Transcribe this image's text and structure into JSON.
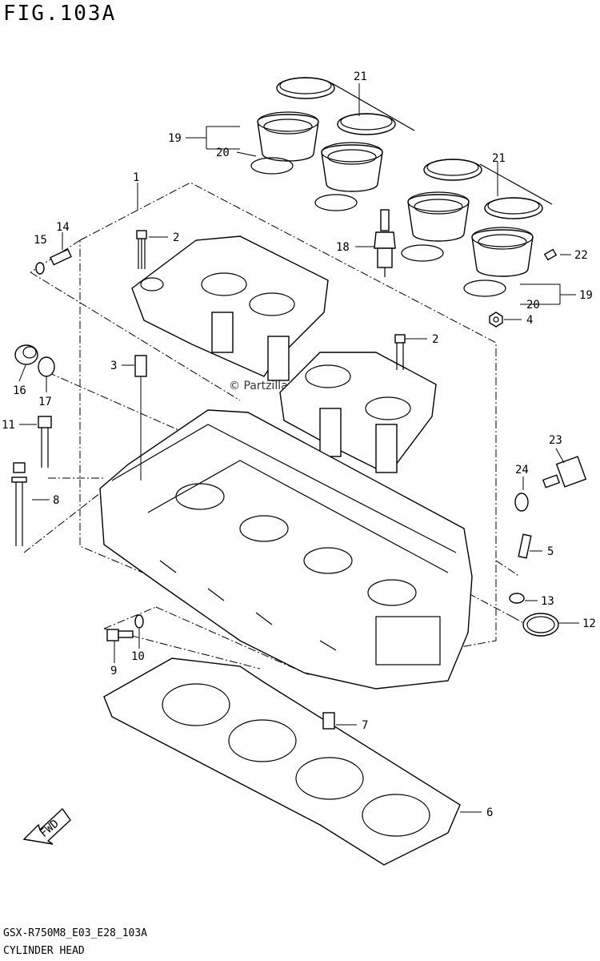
{
  "figure": {
    "title": "FIG.103A",
    "footer_code": "GSX-R750M8_E03_E28_103A",
    "footer_name": "CYLINDER HEAD",
    "watermark": "© Partzilla.com",
    "fwd_label": "FWD"
  },
  "callouts": [
    {
      "id": "c1",
      "label": "1"
    },
    {
      "id": "c2a",
      "label": "2"
    },
    {
      "id": "c2b",
      "label": "2"
    },
    {
      "id": "c3",
      "label": "3"
    },
    {
      "id": "c4",
      "label": "4"
    },
    {
      "id": "c5",
      "label": "5"
    },
    {
      "id": "c6",
      "label": "6"
    },
    {
      "id": "c7",
      "label": "7"
    },
    {
      "id": "c8",
      "label": "8"
    },
    {
      "id": "c9",
      "label": "9"
    },
    {
      "id": "c10",
      "label": "10"
    },
    {
      "id": "c11",
      "label": "11"
    },
    {
      "id": "c12",
      "label": "12"
    },
    {
      "id": "c13",
      "label": "13"
    },
    {
      "id": "c14",
      "label": "14"
    },
    {
      "id": "c15",
      "label": "15"
    },
    {
      "id": "c16",
      "label": "16"
    },
    {
      "id": "c17",
      "label": "17"
    },
    {
      "id": "c18",
      "label": "18"
    },
    {
      "id": "c19a",
      "label": "19"
    },
    {
      "id": "c19b",
      "label": "19"
    },
    {
      "id": "c20a",
      "label": "20"
    },
    {
      "id": "c20b",
      "label": "20"
    },
    {
      "id": "c21a",
      "label": "21"
    },
    {
      "id": "c21b",
      "label": "21"
    },
    {
      "id": "c22",
      "label": "22"
    },
    {
      "id": "c23",
      "label": "23"
    },
    {
      "id": "c24",
      "label": "24"
    }
  ]
}
